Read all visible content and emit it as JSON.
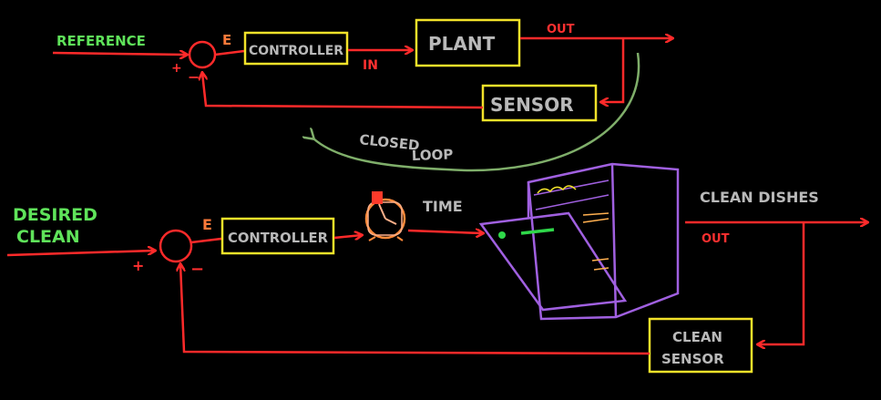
{
  "top_loop": {
    "reference_label": "REFERENCE",
    "error_label": "E",
    "plus_sign": "+",
    "minus_sign": "−",
    "controller_label": "CONTROLLER",
    "input_label": "IN",
    "plant_label": "PLANT",
    "output_label": "OUT",
    "sensor_label": "SENSOR",
    "closed_loop_line1": "CLOSED",
    "closed_loop_line2": "LOOP"
  },
  "bottom_loop": {
    "desired_line1": "DESIRED",
    "desired_line2": "CLEAN",
    "error_label": "E",
    "plus_sign": "+",
    "minus_sign": "−",
    "controller_label": "CONTROLLER",
    "time_label": "TIME",
    "clean_dishes_label": "CLEAN DISHES",
    "output_label": "OUT",
    "sensor_line1": "CLEAN",
    "sensor_line2": "SENSOR"
  },
  "colors": {
    "signal_red": "#ff2a2a",
    "block_yellow": "#f2e22a",
    "text_green": "#5fe35a",
    "loop_green": "#7fae6a",
    "dishwasher_purple": "#a060e0",
    "timer_orange": "#ff8a3a"
  },
  "icons": [
    "timer-icon",
    "dishwasher-icon"
  ]
}
